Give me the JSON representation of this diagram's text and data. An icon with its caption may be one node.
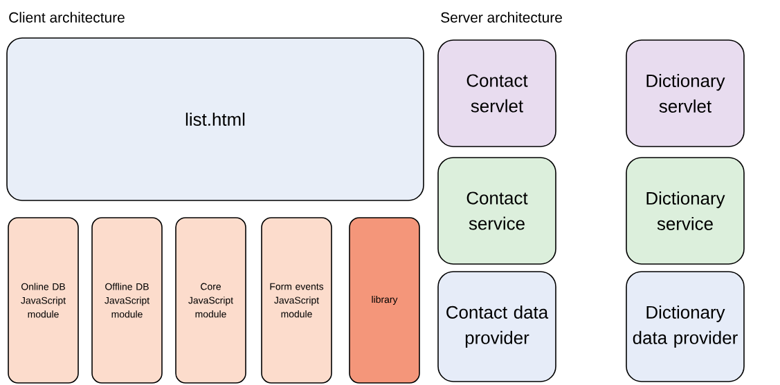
{
  "diagram": {
    "nodes": [
      {
        "text": [
          "list.html"
        ]
      },
      {
        "text": [
          "Online DB JavaScript module"
        ]
      },
      {
        "text": [
          "Offline DB JavaScript module"
        ]
      },
      {
        "text": [
          "Core JavaScript module"
        ]
      },
      {
        "text": [
          "Form events JavaScript module"
        ]
      },
      {
        "text": [
          "library"
        ]
      },
      {
        "text": [
          "Contact servlet"
        ]
      },
      {
        "text": [
          "Dictionary servlet"
        ]
      },
      {
        "text": [
          "Contact service"
        ]
      },
      {
        "text": [
          "Dictionary service"
        ]
      },
      {
        "text": [
          "Contact data provider"
        ]
      },
      {
        "text": [
          "Dictionary data provider"
        ]
      }
    ],
    "edges": [],
    "labels": [
      "Client architecture",
      "Server architecture"
    ]
  }
}
